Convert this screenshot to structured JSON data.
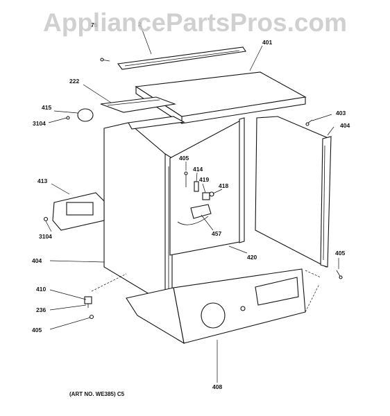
{
  "watermark": "AppliancePartsPros.com",
  "art_note": "(ART NO. WE385) C5",
  "callouts": [
    {
      "id": "c-75",
      "text": "75"
    },
    {
      "id": "c-2xx",
      "text": "2"
    },
    {
      "id": "c-401",
      "text": "401"
    },
    {
      "id": "c-222",
      "text": "222"
    },
    {
      "id": "c-415",
      "text": "415"
    },
    {
      "id": "c-3104a",
      "text": "3104"
    },
    {
      "id": "c-403",
      "text": "403"
    },
    {
      "id": "c-404a",
      "text": "404"
    },
    {
      "id": "c-405a",
      "text": "405"
    },
    {
      "id": "c-414",
      "text": "414"
    },
    {
      "id": "c-419",
      "text": "419"
    },
    {
      "id": "c-418",
      "text": "418"
    },
    {
      "id": "c-413",
      "text": "413"
    },
    {
      "id": "c-457",
      "text": "457"
    },
    {
      "id": "c-3104b",
      "text": "3104"
    },
    {
      "id": "c-420",
      "text": "420"
    },
    {
      "id": "c-404b",
      "text": "404"
    },
    {
      "id": "c-405b",
      "text": "405"
    },
    {
      "id": "c-410",
      "text": "410"
    },
    {
      "id": "c-236",
      "text": "236"
    },
    {
      "id": "c-405c",
      "text": "405"
    },
    {
      "id": "c-408",
      "text": "408"
    }
  ]
}
